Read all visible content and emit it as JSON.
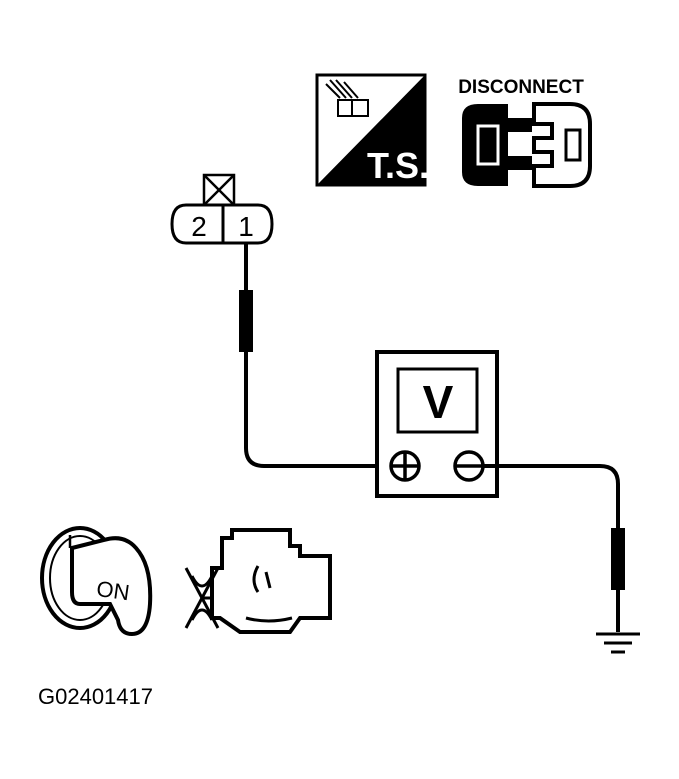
{
  "labels": {
    "disconnect": "DISCONNECT",
    "ts": "T.S.",
    "pin_2": "2",
    "pin_1": "1",
    "meter": "V",
    "ignition": "ON",
    "figure_id": "G02401417"
  },
  "icons": {
    "ts_icon": "test-probe-harness-icon",
    "disconnect_icon": "disconnected-connector-icon",
    "ignition_icon": "ignition-key-icon",
    "engine_icon": "engine-fan-icon",
    "ground_icon": "ground-symbol-icon",
    "voltmeter_icon": "voltmeter-icon"
  },
  "colors": {
    "ink": "#000000",
    "paper": "#ffffff"
  }
}
